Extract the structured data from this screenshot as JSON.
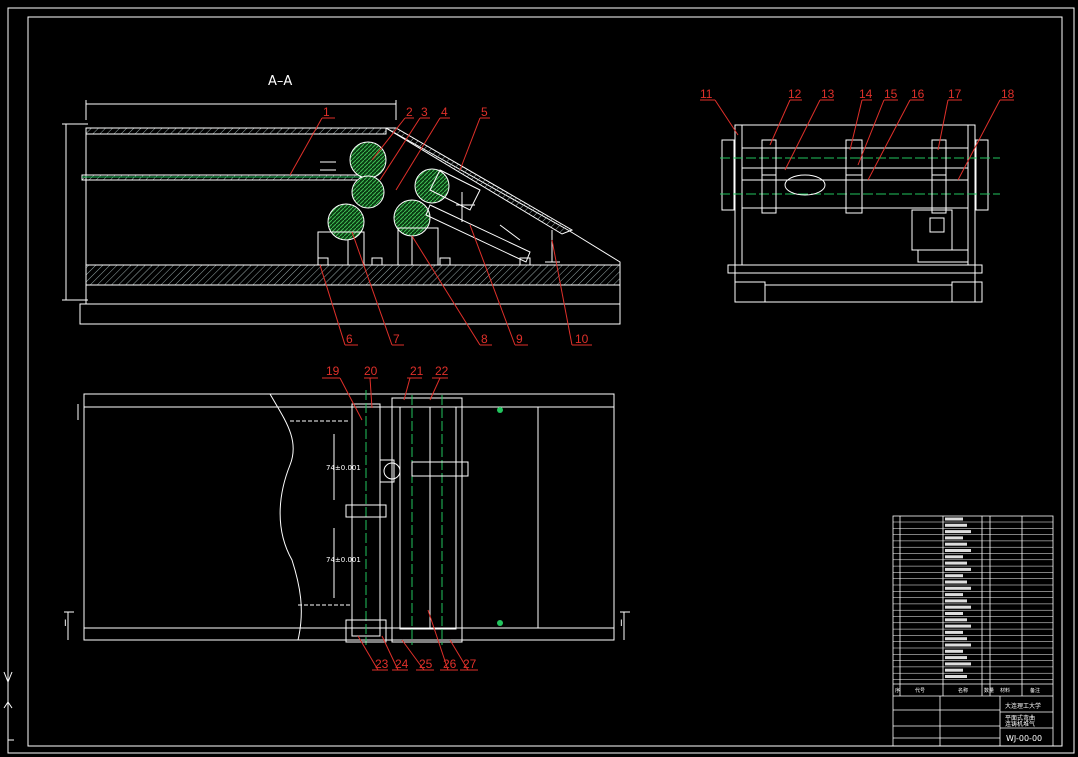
{
  "section_title": "A–A",
  "dimensions": {
    "bay1": "74±0.001",
    "bay2": "74±0.001"
  },
  "view_markers": {
    "left": "I",
    "right": "I"
  },
  "callouts": [
    {
      "id": "1"
    },
    {
      "id": "2"
    },
    {
      "id": "3"
    },
    {
      "id": "4"
    },
    {
      "id": "5"
    },
    {
      "id": "6"
    },
    {
      "id": "7"
    },
    {
      "id": "8"
    },
    {
      "id": "9"
    },
    {
      "id": "10"
    },
    {
      "id": "11"
    },
    {
      "id": "12"
    },
    {
      "id": "13"
    },
    {
      "id": "14"
    },
    {
      "id": "15"
    },
    {
      "id": "16"
    },
    {
      "id": "17"
    },
    {
      "id": "18"
    },
    {
      "id": "19"
    },
    {
      "id": "20"
    },
    {
      "id": "21"
    },
    {
      "id": "22"
    },
    {
      "id": "23"
    },
    {
      "id": "24"
    },
    {
      "id": "25"
    },
    {
      "id": "26"
    },
    {
      "id": "27"
    }
  ],
  "title_block": {
    "drawing_number": "WJ-00-00",
    "school": "大连理工大学",
    "name_line1": "平面式弯曲",
    "name_line2": "连铸机堆气"
  },
  "parts_list_header": [
    "序",
    "代号",
    "名称",
    "数量",
    "材料",
    "备注"
  ],
  "colors": {
    "background": "#000000",
    "line": "#ffffff",
    "callout": "#e0302a",
    "centerline": "#22c55e"
  }
}
